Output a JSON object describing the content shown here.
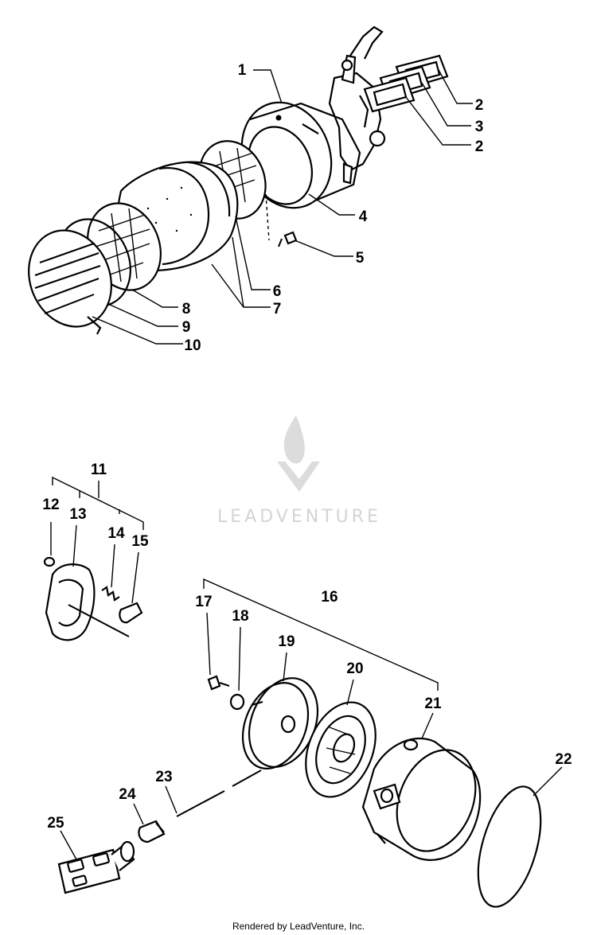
{
  "watermark": {
    "text": "LEADVENTURE",
    "color": "#d4d4d4",
    "logo_icon": "leadventure-flame-v-logo"
  },
  "footer": {
    "text": "Rendered by LeadVenture, Inc."
  },
  "callouts": {
    "c1": "1",
    "c2a": "2",
    "c3": "3",
    "c2b": "2",
    "c4": "4",
    "c5": "5",
    "c6": "6",
    "c7": "7",
    "c8": "8",
    "c9": "9",
    "c10": "10",
    "c11": "11",
    "c12": "12",
    "c13": "13",
    "c14": "14",
    "c15": "15",
    "c16": "16",
    "c17": "17",
    "c18": "18",
    "c19": "19",
    "c20": "20",
    "c21": "21",
    "c22": "22",
    "c23": "23",
    "c24": "24",
    "c25": "25"
  }
}
